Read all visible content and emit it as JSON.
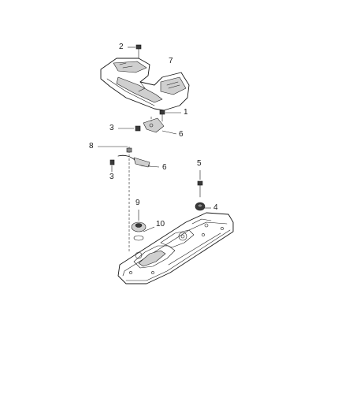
{
  "callouts": {
    "c1": "1",
    "c2": "2",
    "c3a": "3",
    "c3b": "3",
    "c4": "4",
    "c5": "5",
    "c6a": "6",
    "c6b": "6",
    "c7": "7",
    "c8": "8",
    "c9": "9",
    "c10": "10"
  }
}
